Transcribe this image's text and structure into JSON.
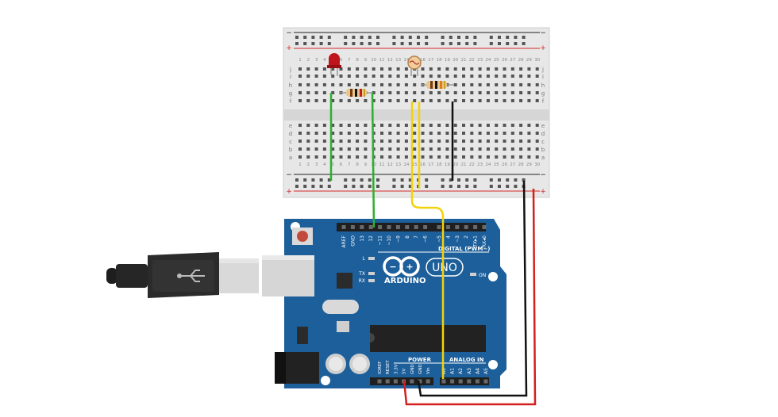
{
  "breadboard": {
    "row_letters_top": [
      "j",
      "i",
      "h",
      "g",
      "f"
    ],
    "row_letters_bottom": [
      "e",
      "d",
      "c",
      "b",
      "a"
    ],
    "plus_sign": "+",
    "minus_sign": "−",
    "column_count": 30
  },
  "arduino": {
    "brand": "ARDUINO",
    "model": "UNO",
    "digital_label": "DIGITAL (PWM~)",
    "digital_pins": [
      "AREF",
      "GND",
      "13",
      "12",
      "~11",
      "~10",
      "~9",
      "8",
      "7",
      "~6",
      "~5",
      "4",
      "~3",
      "2",
      "TX▸1",
      "RX◂0"
    ],
    "leds": [
      "L",
      "TX",
      "RX"
    ],
    "on_label": "ON",
    "power_label": "POWER",
    "analog_label": "ANALOG IN",
    "power_pins": [
      "IOREF",
      "RESET",
      "3.3V",
      "5V",
      "GND",
      "GND",
      "Vin"
    ],
    "analog_pins": [
      "A0",
      "A1",
      "A2",
      "A3",
      "A4",
      "A5"
    ]
  },
  "colors": {
    "board": "#1d5f9a",
    "green_wire": "#2eb02e",
    "yellow_wire": "#f2d20c",
    "black_wire": "#111111",
    "red_wire": "#d41f1f",
    "led": "#c0141c"
  }
}
